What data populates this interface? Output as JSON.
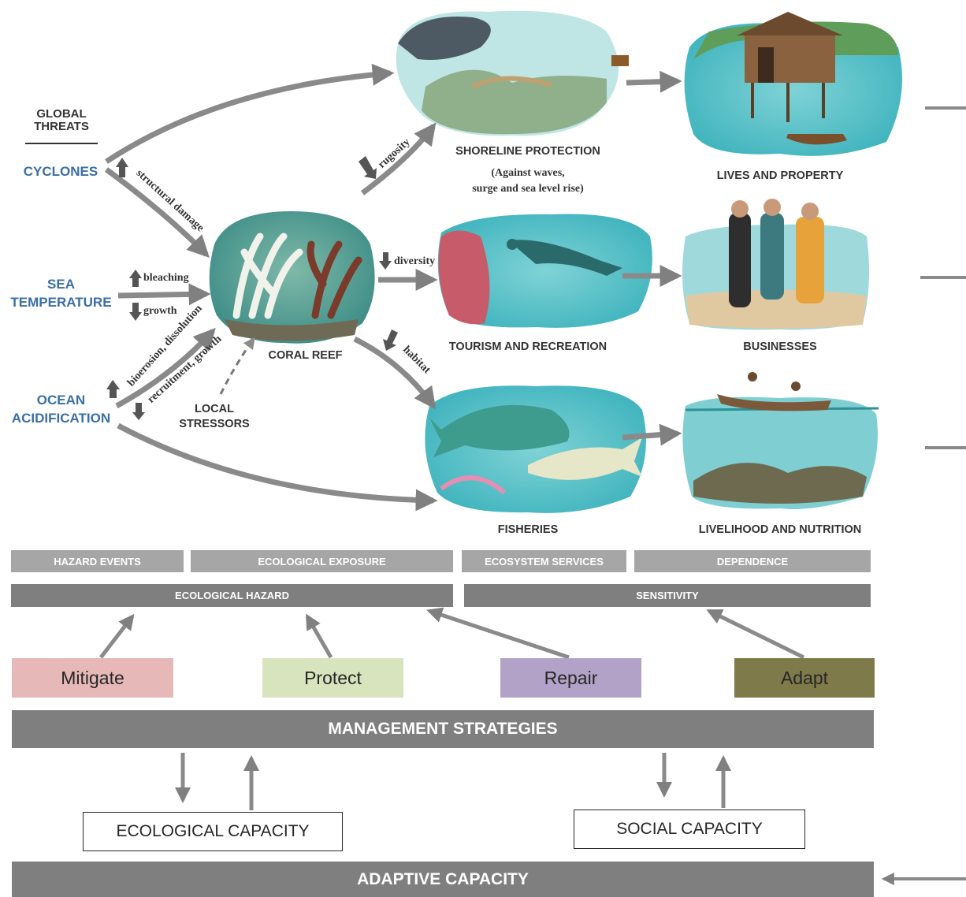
{
  "threats": {
    "heading": "GLOBAL\nTHREATS",
    "cyclones": "CYCLONES",
    "sea_temperature": "SEA\nTEMPERATURE",
    "ocean_acidification": "OCEAN\nACIDIFICATION"
  },
  "effects": {
    "structural_damage": "structural damage",
    "bleaching": "bleaching",
    "growth": "growth",
    "bioerosion_dissolution": "bioerosion, dissolution",
    "recruitment_growth": "recruitment, growth",
    "rugosity": "rugosity",
    "diversity": "diversity",
    "habitat": "habitat"
  },
  "coral_reef": "CORAL REEF",
  "local_stressors": "LOCAL\nSTRESSORS",
  "services": {
    "shoreline": "SHORELINE PROTECTION",
    "shoreline_sub": "(Against waves,\nsurge and sea level rise)",
    "tourism": "TOURISM AND RECREATION",
    "fisheries": "FISHERIES"
  },
  "dependence": {
    "lives": "LIVES AND PROPERTY",
    "businesses": "BUSINESSES",
    "livelihood": "LIVELIHOOD AND NUTRITION"
  },
  "bars": {
    "hazard_events": "HAZARD EVENTS",
    "ecological_exposure": "ECOLOGICAL EXPOSURE",
    "ecosystem_services": "ECOSYSTEM SERVICES",
    "dependence": "DEPENDENCE",
    "ecological_hazard": "ECOLOGICAL HAZARD",
    "sensitivity": "SENSITIVITY"
  },
  "strategies": {
    "mitigate": "Mitigate",
    "protect": "Protect",
    "repair": "Repair",
    "adapt": "Adapt",
    "title": "MANAGEMENT STRATEGIES"
  },
  "capacity": {
    "ecological": "ECOLOGICAL CAPACITY",
    "social": "SOCIAL CAPACITY",
    "adaptive": "ADAPTIVE CAPACITY"
  },
  "colors": {
    "mitigate": "#e6b8b7",
    "protect": "#d7e4bd",
    "repair": "#b3a2c7",
    "adapt": "#7f7a4a",
    "threat_text": "#3a6ea5",
    "bar_light": "#a6a6a6",
    "bar_dark": "#7f7f7f"
  }
}
